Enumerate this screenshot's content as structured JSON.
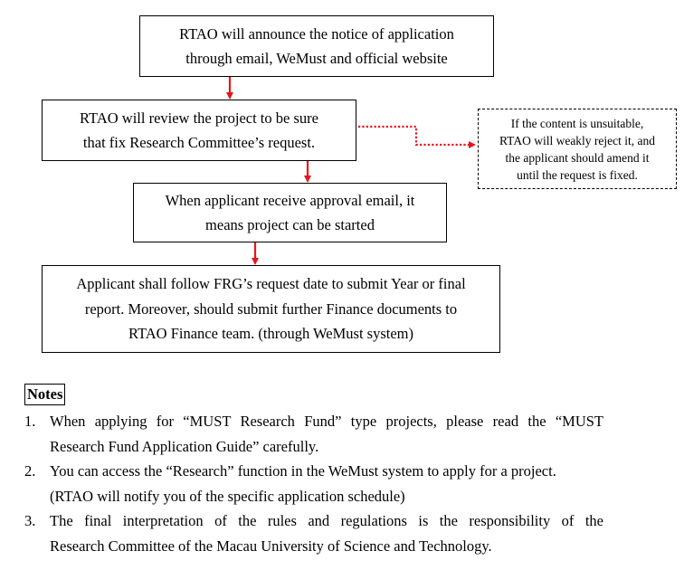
{
  "colors": {
    "arrow": "#e8141b",
    "border": "#000000",
    "text": "#000000",
    "background": "#ffffff"
  },
  "flow": {
    "steps": [
      {
        "lines": [
          "RTAO will announce the notice of application",
          "through email, WeMust and official website"
        ]
      },
      {
        "lines": [
          "RTAO will review the project to be sure",
          "that fix Research Committee’s request."
        ]
      },
      {
        "lines": [
          "When applicant receive approval email, it",
          "means project can be started"
        ]
      },
      {
        "lines": [
          "Applicant shall follow FRG’s request date to submit Year or final",
          "report. Moreover, should submit further Finance documents to",
          "RTAO Finance team. (through WeMust system)"
        ]
      }
    ],
    "side_note": {
      "lines": [
        "If the content is unsuitable,",
        "RTAO will weakly reject it, and",
        "the applicant should amend it",
        "until the request is fixed."
      ]
    }
  },
  "notes": {
    "heading": "Notes",
    "items": [
      {
        "num": "1.",
        "lines": [
          "When applying for “MUST Research Fund” type projects, please read the “MUST",
          "Research Fund Application Guide” carefully."
        ]
      },
      {
        "num": "2.",
        "lines": [
          "You can access the “Research” function in the WeMust system to apply for a project.",
          "(RTAO will notify you of the specific application schedule)"
        ]
      },
      {
        "num": "3.",
        "lines": [
          "The final interpretation of the rules and regulations is the responsibility of the",
          "Research Committee of the Macau University of Science and Technology."
        ]
      }
    ]
  }
}
